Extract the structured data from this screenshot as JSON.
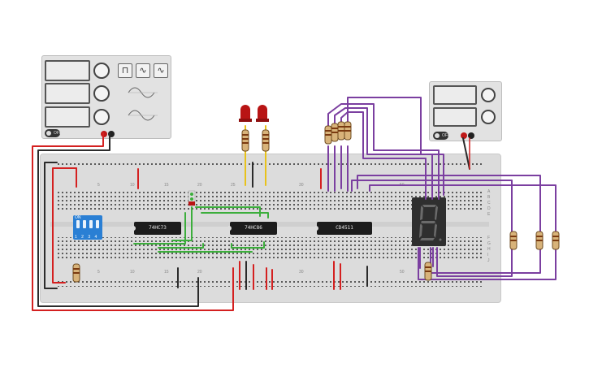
{
  "power_supply_main": {
    "power_label": "OFF",
    "waveforms": [
      "⊓",
      "∿",
      "∿"
    ]
  },
  "power_supply_small": {
    "power_label": "OFF"
  },
  "breadboard": {
    "column_numbers_top": [
      "5",
      "10",
      "15",
      "20",
      "25",
      "30",
      "50"
    ],
    "column_numbers_bottom": [
      "5",
      "10",
      "15",
      "20",
      "30",
      "50"
    ],
    "row_labels": [
      "A",
      "B",
      "C",
      "D",
      "E",
      "F",
      "G",
      "H",
      "I",
      "J"
    ]
  },
  "dip_switch": {
    "on_label": "ON",
    "numbers": "1 2 3 4"
  },
  "chips": {
    "chip1": "74HC73",
    "chip2": "74HC86",
    "chip3": "CD4511"
  },
  "seven_segment": {
    "digit": "8"
  },
  "colors": {
    "wire_red": "#d42020",
    "wire_black": "#2b2b2b",
    "wire_green": "#3cae3c",
    "wire_purple": "#7b3fa0",
    "wire_yellow": "#e8c21a",
    "led_red": "#b81414",
    "dip_blue": "#2a7fd4"
  },
  "icons": [
    "sine-wave-icon",
    "square-wave-icon",
    "triangle-wave-icon"
  ]
}
